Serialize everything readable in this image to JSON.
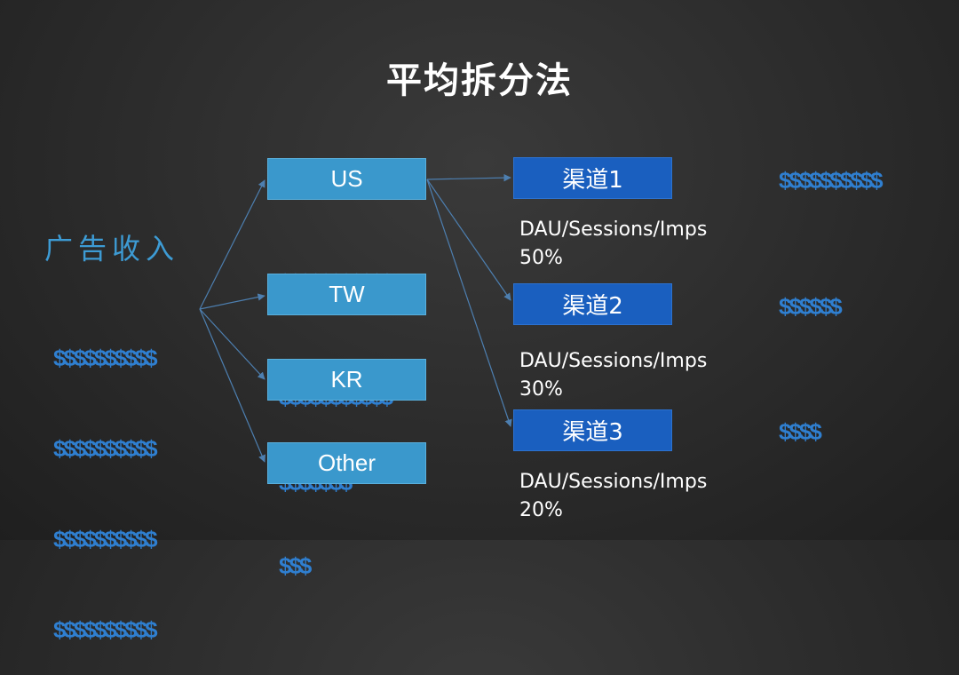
{
  "title": "平均拆分法",
  "source": {
    "label": "广告收入",
    "dollars": [
      "$$$$$$$$$$",
      "$$$$$$$$$$",
      "$$$$$$$$$$",
      "$$$$$$$$$$"
    ]
  },
  "regions": [
    {
      "label": "US",
      "dollars": [
        "$$$$$$$$$$$",
        "$$$$$$$$$$$"
      ]
    },
    {
      "label": "TW",
      "dollars": [
        "$$$$$$$$$$$"
      ]
    },
    {
      "label": "KR",
      "dollars": [
        "$$$$$$$"
      ]
    },
    {
      "label": "Other",
      "dollars": [
        "$$$"
      ]
    }
  ],
  "channels": [
    {
      "label": "渠道1",
      "metric": "DAU/Sessions/Imps",
      "share": "50%",
      "dollars": "$$$$$$$$$$"
    },
    {
      "label": "渠道2",
      "metric": "DAU/Sessions/Imps",
      "share": "30%",
      "dollars": "$$$$$$"
    },
    {
      "label": "渠道3",
      "metric": "DAU/Sessions/Imps",
      "share": "20%",
      "dollars": "$$$$"
    }
  ],
  "colors": {
    "region_box": "#3a98cc",
    "channel_box": "#1a5fbf",
    "dollar": "#2f7fd0",
    "source_label": "#3d9bd4",
    "arrow": "#4d7fb0"
  }
}
